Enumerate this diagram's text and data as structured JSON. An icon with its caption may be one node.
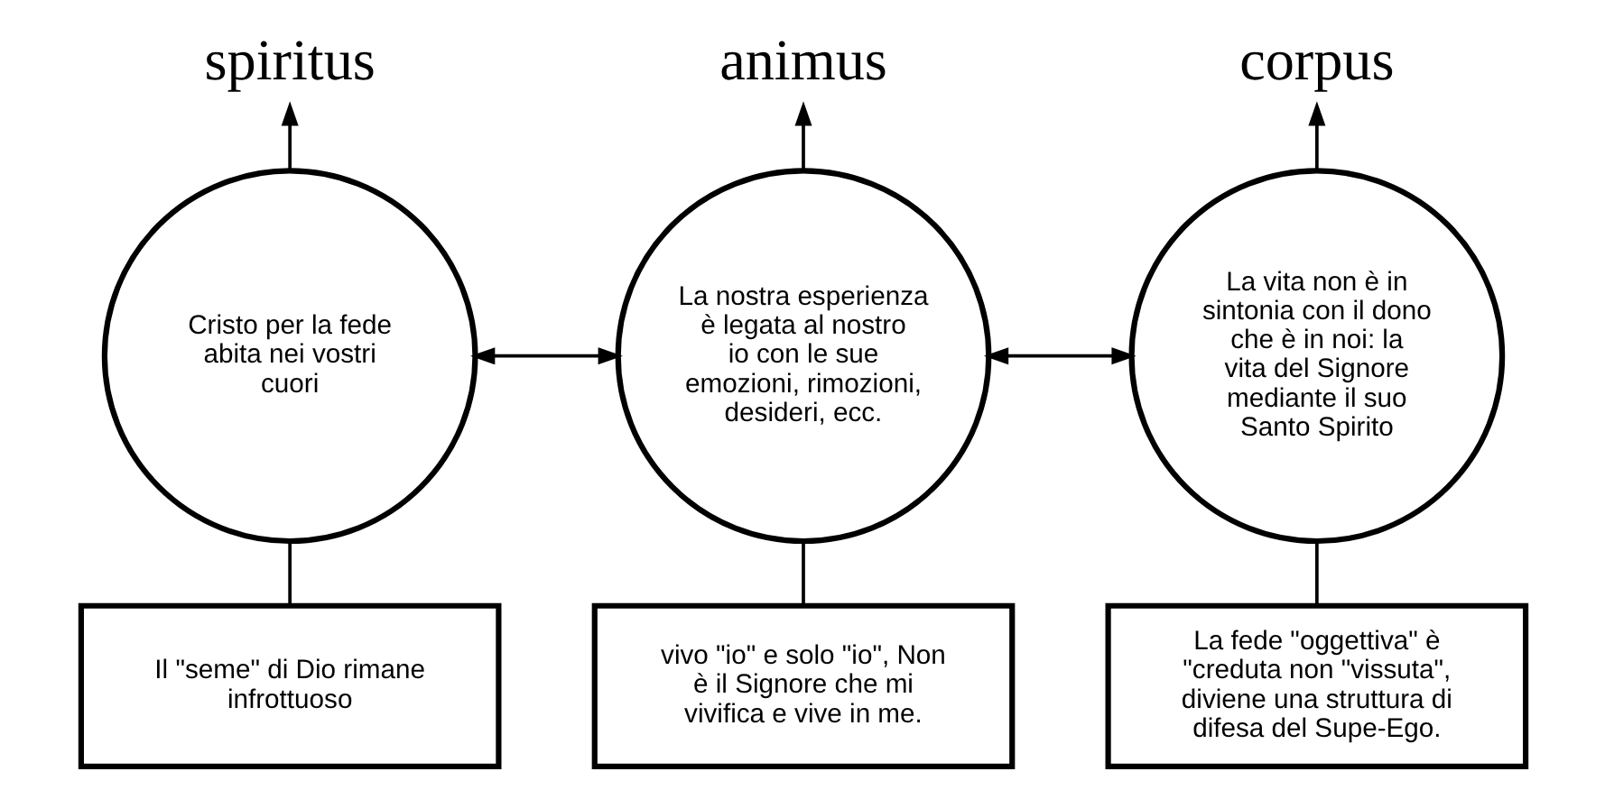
{
  "diagram": {
    "nodes": [
      {
        "text": [
          "spiritus"
        ]
      },
      {
        "text": [
          "animus"
        ]
      },
      {
        "text": [
          "corpus"
        ]
      },
      {
        "text": [
          "Cristo per la fede abita nei vostri cuori"
        ]
      },
      {
        "text": [
          "La nostra esperienza è legata al nostro io con le sue emozioni, rimozioni, desideri, ecc."
        ]
      },
      {
        "text": [
          "La vita non è in sintonia con il dono che è in noi: la vita del Signore mediante il suo Santo Spirito"
        ]
      },
      {
        "text": [
          "Il \"seme\" di Dio rimane infrottuoso"
        ]
      },
      {
        "text": [
          "vivo \"io\" e solo \"io\", Non è il Signore che mi vivifica e vive in me."
        ]
      },
      {
        "text": [
          "La fede \"oggettiva\" è \"creduta non \"vissuta\", diviene una struttura di difesa del Supe-Ego."
        ]
      }
    ],
    "edges": [
      {
        "from": 3,
        "to": 0,
        "arrow": "to"
      },
      {
        "from": 4,
        "to": 1,
        "arrow": "to"
      },
      {
        "from": 5,
        "to": 2,
        "arrow": "to"
      },
      {
        "from": 3,
        "to": 4,
        "arrow": "both"
      },
      {
        "from": 4,
        "to": 5,
        "arrow": "both"
      },
      {
        "from": 3,
        "to": 6,
        "arrow": "none"
      },
      {
        "from": 4,
        "to": 7,
        "arrow": "none"
      },
      {
        "from": 5,
        "to": 8,
        "arrow": "none"
      }
    ]
  }
}
